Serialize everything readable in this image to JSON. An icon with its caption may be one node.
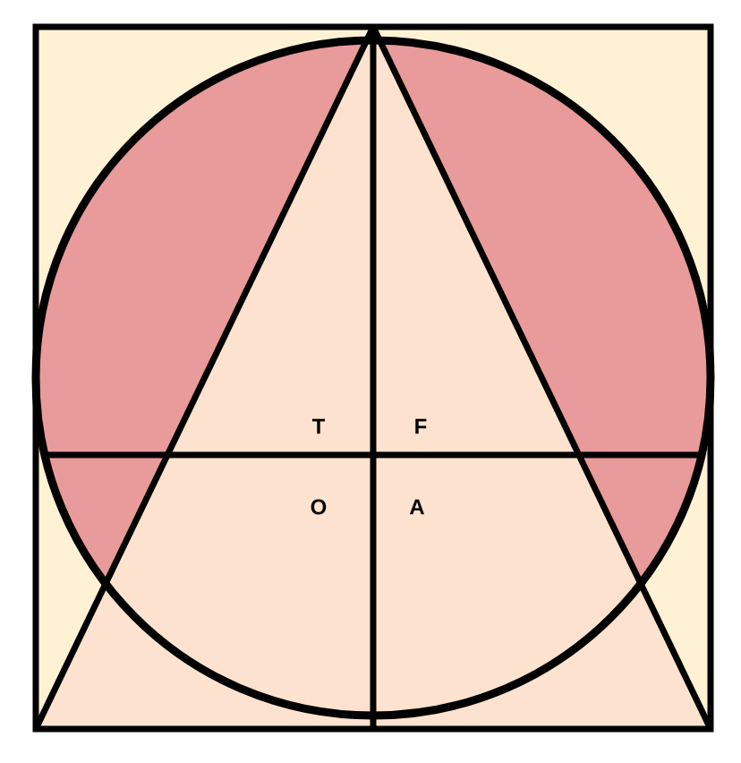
{
  "diagram": {
    "labels": [
      "T",
      "F",
      "O",
      "A"
    ]
  }
}
